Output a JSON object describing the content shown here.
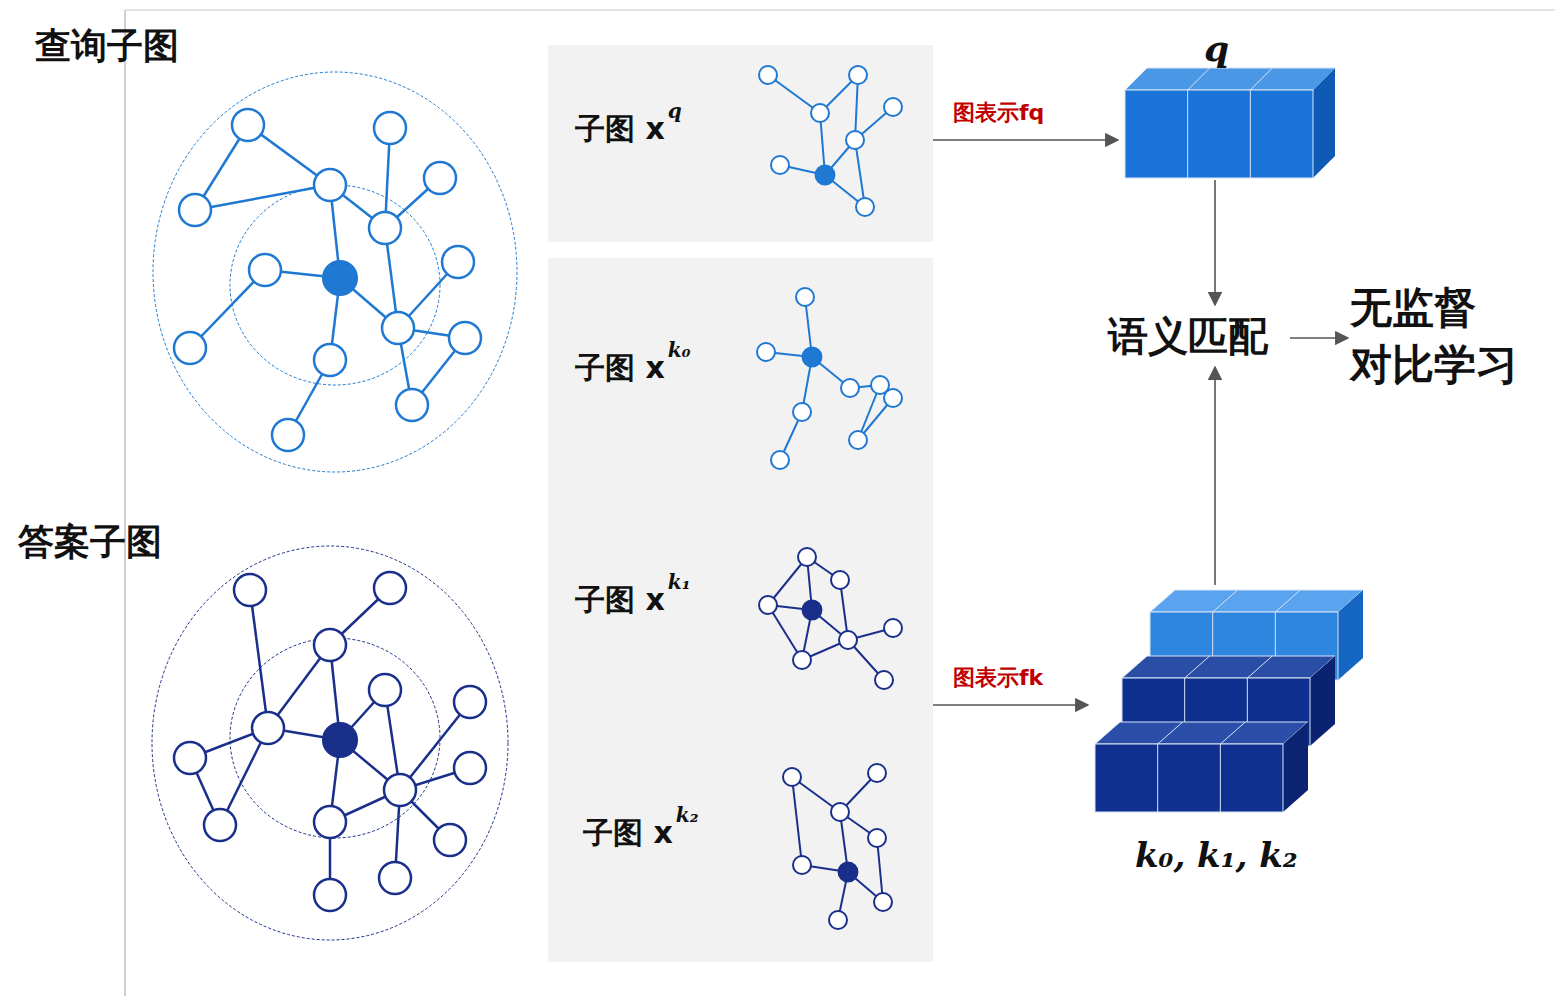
{
  "diagram": {
    "nodes": [
      {
        "text": [
          "q"
        ]
      },
      {
        "text": [
          "k₀, k₁, k₂"
        ]
      },
      {
        "text": [
          "语义匹配"
        ]
      },
      {
        "text": [
          "无监督 对比学习"
        ]
      },
      {
        "text": [
          "子图 x",
          "q"
        ]
      },
      {
        "text": [
          "子图 x",
          "k₀",
          "子图 x",
          "k₁",
          "子图 x",
          "k₂"
        ]
      }
    ],
    "edges": [
      {
        "from": 4,
        "to": 0,
        "arrow": "to",
        "label": "图表示fq"
      },
      {
        "from": 5,
        "to": 1,
        "arrow": "to",
        "label": "图表示fk"
      },
      {
        "from": 0,
        "to": 2,
        "arrow": "to"
      },
      {
        "from": 1,
        "to": 2,
        "arrow": "to"
      },
      {
        "from": 2,
        "to": 3,
        "arrow": "to"
      }
    ],
    "labels": [
      "查询子图",
      "答案子图"
    ]
  }
}
